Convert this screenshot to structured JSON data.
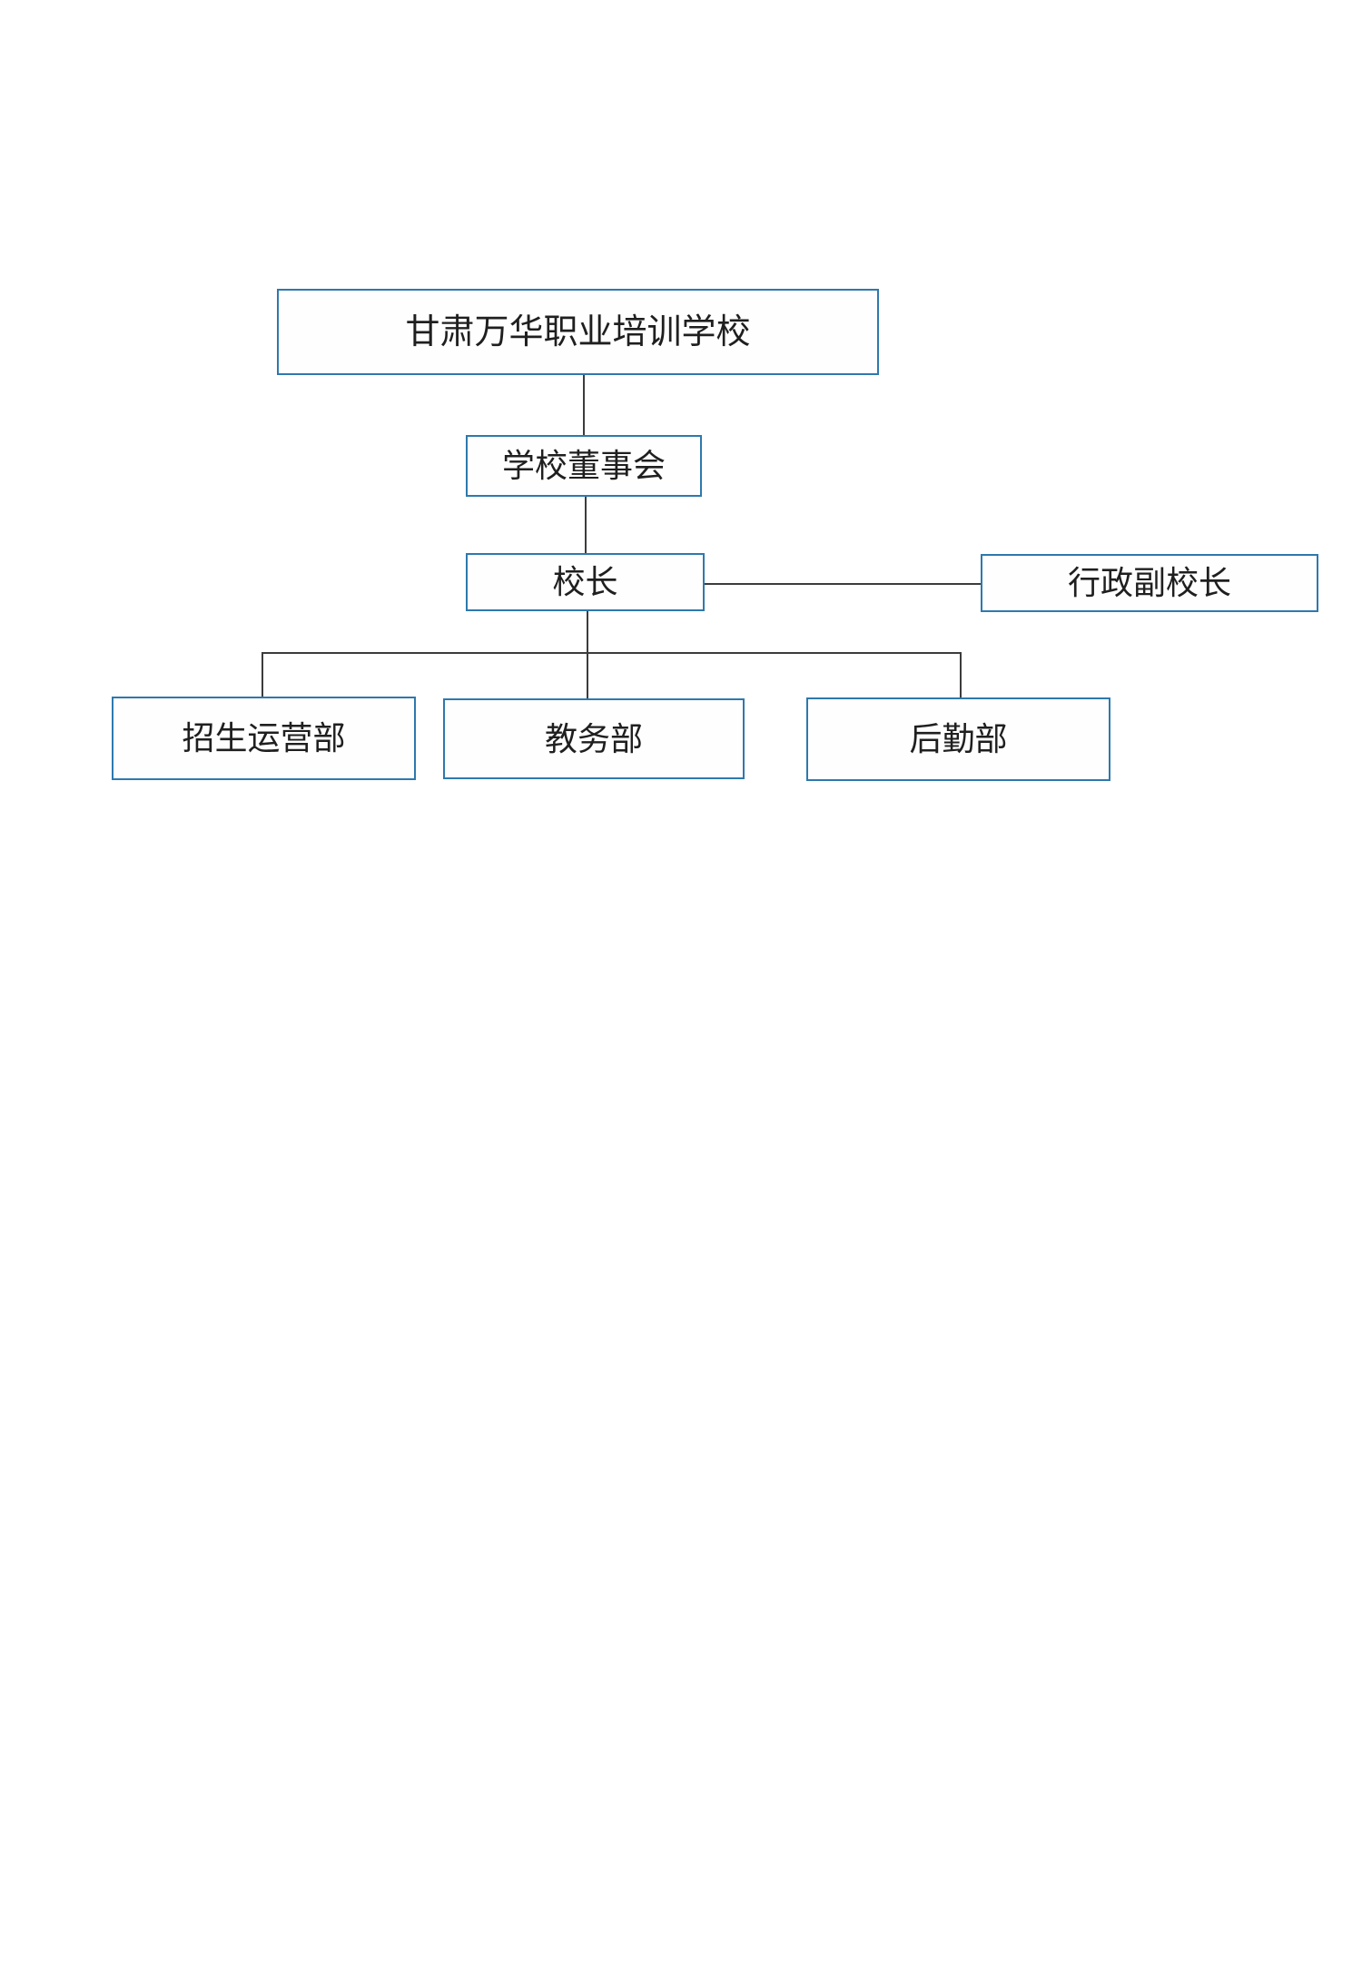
{
  "theme": {
    "page_background": "#ffffff",
    "box_border_color": "#2e79ad",
    "box_fill_color": "#fefefe",
    "connector_color": "#3c3c3c",
    "text_color": "#1f1f1f"
  },
  "chart": {
    "type": "org-chart",
    "nodes": {
      "school": {
        "label": "甘肃万华职业培训学校",
        "level": 1
      },
      "board": {
        "label": "学校董事会",
        "level": 2
      },
      "principal": {
        "label": "校长",
        "level": 3
      },
      "vice": {
        "label": "行政副校长",
        "level": 3
      },
      "admissions": {
        "label": "招生运营部",
        "level": 4
      },
      "academics": {
        "label": "教务部",
        "level": 4
      },
      "logistics": {
        "label": "后勤部",
        "level": 4
      }
    },
    "edges": [
      {
        "from": "school",
        "to": "board"
      },
      {
        "from": "board",
        "to": "principal"
      },
      {
        "from": "principal",
        "to": "vice"
      },
      {
        "from": "principal",
        "to": "admissions"
      },
      {
        "from": "principal",
        "to": "academics"
      },
      {
        "from": "principal",
        "to": "logistics"
      }
    ]
  }
}
